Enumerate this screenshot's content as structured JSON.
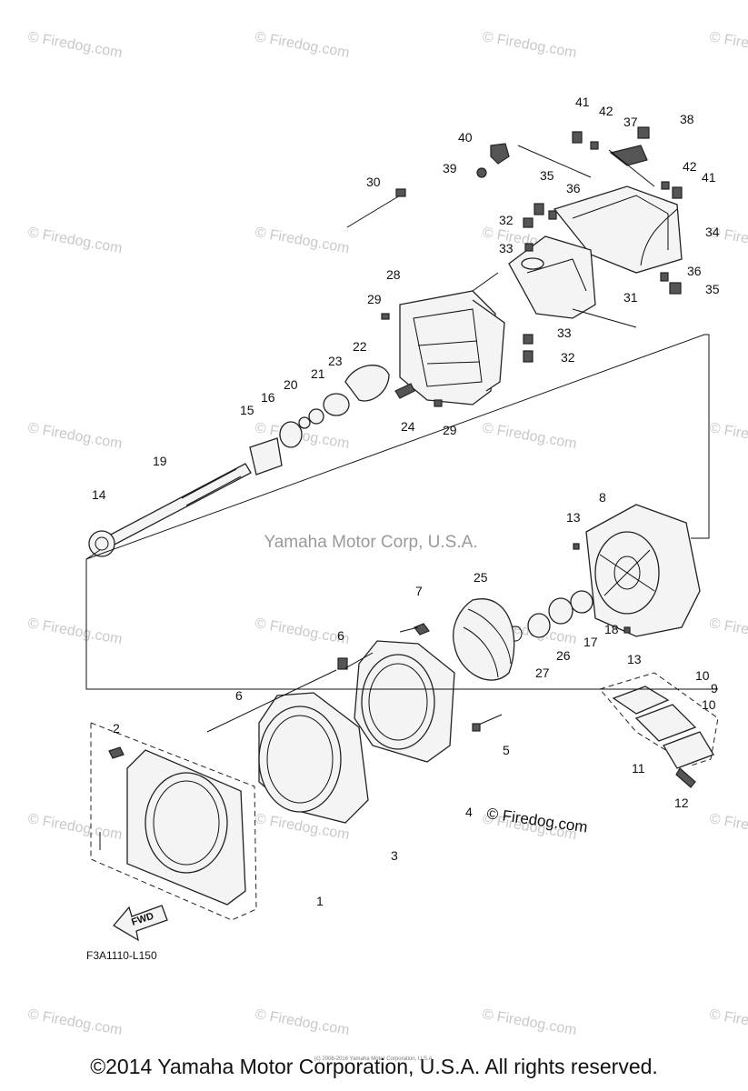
{
  "watermark": "© Firedog.com",
  "center_credit": "Yamaha Motor Corp, U.S.A.",
  "inline_credit": "© Firedog.com",
  "figure_code": "F3A1110-L150",
  "fwd_label": "FWD",
  "fine_print": "(c) 2008-2016 Yamaha Motor Corporation, U.S.A.",
  "copyright": "©2014 Yamaha Motor Corporation, U.S.A. All rights reserved.",
  "callouts": [
    "1",
    "2",
    "3",
    "4",
    "5",
    "6",
    "6",
    "7",
    "8",
    "9",
    "10",
    "10",
    "11",
    "12",
    "13",
    "13",
    "14",
    "15",
    "16",
    "17",
    "18",
    "19",
    "20",
    "21",
    "22",
    "23",
    "24",
    "25",
    "26",
    "27",
    "28",
    "29",
    "29",
    "30",
    "31",
    "32",
    "32",
    "33",
    "33",
    "34",
    "35",
    "35",
    "36",
    "36",
    "37",
    "38",
    "39",
    "40",
    "41",
    "41",
    "42",
    "42"
  ]
}
